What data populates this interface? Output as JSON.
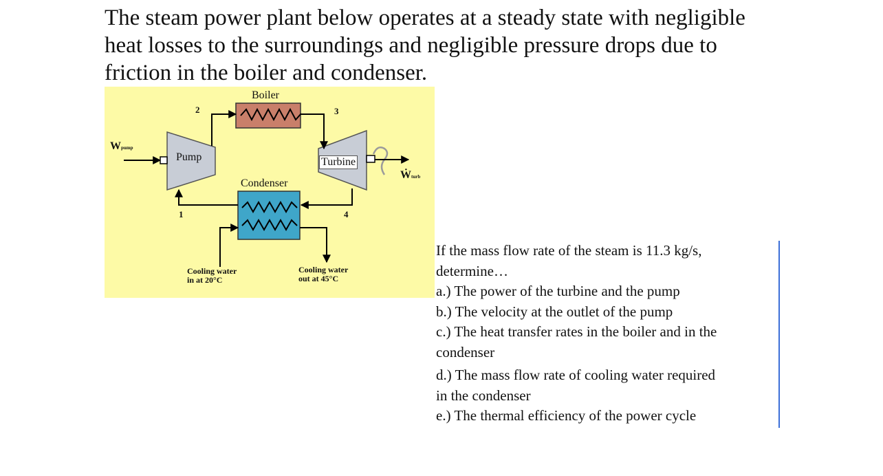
{
  "intro": {
    "line1": "The steam power plant below operates at a steady state with negligible",
    "line2": "heat losses to the surroundings and negligible pressure drops due to",
    "line3": "friction in the boiler and condenser."
  },
  "diagram": {
    "boiler": "Boiler",
    "condenser": "Condenser",
    "pump": "Pump",
    "turbine": "Turbine",
    "state1": "1",
    "state2": "2",
    "state3": "3",
    "state4": "4",
    "w_pump_symbol": "W",
    "w_pump_sub": "pump",
    "w_turb_symbol": "Ẇ",
    "w_turb_sub": "turb",
    "cooling_in_line1": "Cooling water",
    "cooling_in_line2": "in at 20°C",
    "cooling_out_line1": "Cooling water",
    "cooling_out_line2": "out at 45°C",
    "colors": {
      "background": "#fdfaa6",
      "boiler": "#c97f6a",
      "condenser": "#3fa6c9",
      "device": "#c8cdd6"
    }
  },
  "questions": {
    "intro1": "If the mass flow rate of the steam is 11.3 kg/s,",
    "intro2": "determine…",
    "a": "a.) The power of the turbine and the pump",
    "b": "b.) The velocity at the outlet of the pump",
    "c1": "c.) The heat transfer rates in the boiler and in the",
    "c2": "condenser",
    "d1": "d.) The mass flow rate of cooling water required",
    "d2": "in the condenser",
    "e": "e.) The thermal efficiency of the power cycle"
  }
}
